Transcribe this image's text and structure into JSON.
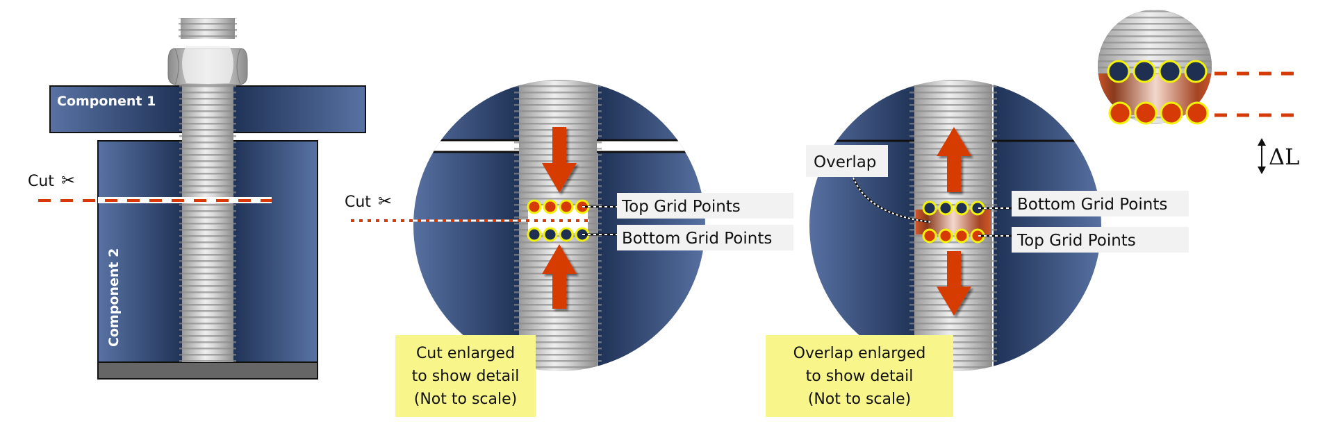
{
  "panel_assembly": {
    "component1_label": "Component 1",
    "component2_label": "Component 2",
    "cut_label": "Cut",
    "cut_icon": "scissors-icon"
  },
  "panel_cut_detail": {
    "cut_label": "Cut",
    "cut_icon": "scissors-icon",
    "top_grid_label": "Top Grid Points",
    "bottom_grid_label": "Bottom Grid Points",
    "caption_lines": [
      "Cut enlarged",
      "to show detail",
      "(Not to scale)"
    ],
    "arrows": "compression (pointing toward cut)"
  },
  "panel_overlap_detail": {
    "overlap_label": "Overlap",
    "bottom_grid_label": "Bottom Grid Points",
    "top_grid_label": "Top Grid Points",
    "caption_lines": [
      "Overlap enlarged",
      "to show detail",
      "(Not to scale)"
    ],
    "arrows": "tension (pointing away from overlap)"
  },
  "panel_delta_inset": {
    "delta_label": "ΔL",
    "arrow_icon": "double-arrow-vertical-icon"
  },
  "grid_points_per_row": 4,
  "colors": {
    "component_blue_light": "#56719f",
    "component_blue_dark": "#1f3257",
    "base_plate": "#666666",
    "arrow_red": "#d63a06",
    "grid_top_red": "#d63a06",
    "grid_bottom_navy": "#1e2f52",
    "grid_outline_yellow": "#f2f20a",
    "caption_bg": "#f8f58b",
    "label_bg": "#f2f2f2"
  }
}
